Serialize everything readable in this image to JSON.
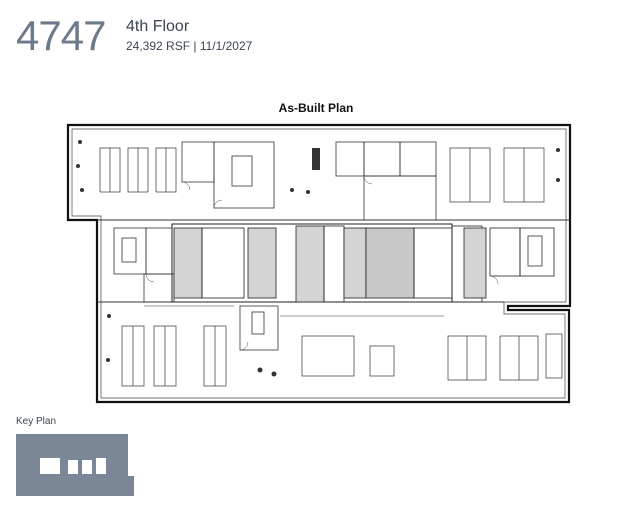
{
  "header": {
    "building_number": "4747",
    "floor_name": "4th Floor",
    "floor_details": "24,392 RSF | 11/1/2027"
  },
  "plan": {
    "title": "As-Built Plan"
  },
  "key_plan": {
    "label": "Key Plan",
    "fill_color": "#7b8797",
    "highlight_color": "#ffffff"
  },
  "colors": {
    "ink": "#1a1a1a",
    "core_gray": "#cfcfcf",
    "brand_gray": "#6c7a8c"
  }
}
